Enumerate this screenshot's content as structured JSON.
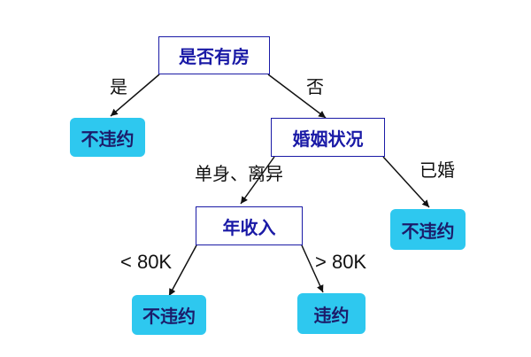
{
  "nodes": {
    "root": "是否有房",
    "marital": "婚姻状况",
    "income": "年收入",
    "leaf_house_yes": "不违约",
    "leaf_married": "不违约",
    "leaf_low_income": "不违约",
    "leaf_high_income": "违约"
  },
  "edges": {
    "house_yes": "是",
    "house_no": "否",
    "single_divorced": "单身、离异",
    "married": "已婚",
    "income_low": "< 80K",
    "income_high": "> 80K"
  },
  "colors": {
    "decision_border": "#1a1aa6",
    "decision_text": "#1a1aa6",
    "leaf_fill": "#2ec8ef",
    "leaf_text": "#1c1c6a",
    "edge_line": "#111111"
  }
}
